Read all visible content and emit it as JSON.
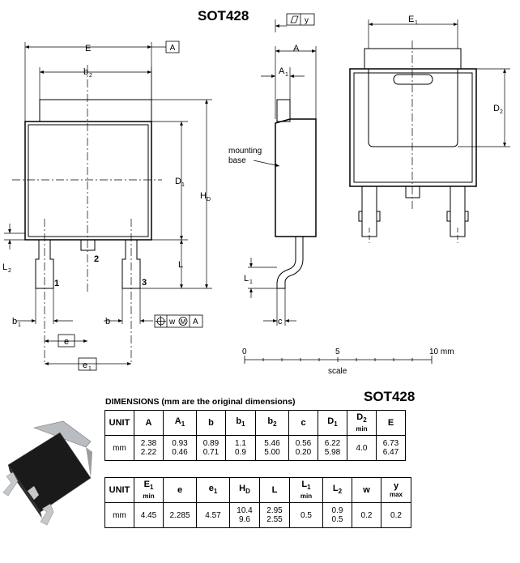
{
  "title": "SOT428",
  "drawing": {
    "callout_datum": "A",
    "callout_y": "y",
    "callout_w": "w",
    "callout_m": "M",
    "callout_a": "A",
    "label_E": "E",
    "label_b2": "b",
    "label_b2_sub": "2",
    "label_E1": "E",
    "label_E1_sub": "1",
    "label_A": "A",
    "label_A1": "A",
    "label_A1_sub": "1",
    "label_D1": "D",
    "label_D1_sub": "1",
    "label_D2": "D",
    "label_D2_sub": "2",
    "label_HD": "H",
    "label_HD_sub": "D",
    "label_L": "L",
    "label_L1": "L",
    "label_L1_sub": "1",
    "label_L2": "L",
    "label_L2_sub": "2",
    "label_b1": "b",
    "label_b1_sub": "1",
    "label_b": "b",
    "label_e": "e",
    "label_e1": "e",
    "label_e1_sub": "1",
    "label_c": "c",
    "pin1": "1",
    "pin2": "2",
    "pin3": "3",
    "mounting_line1": "mounting",
    "mounting_line2": "base",
    "scale_0": "0",
    "scale_5": "5",
    "scale_10": "10 mm",
    "scale_word": "scale"
  },
  "dimensions": {
    "heading": "DIMENSIONS (mm are the original dimensions)",
    "package": "SOT428",
    "table1": {
      "unit_label": "UNIT",
      "unit_value": "mm",
      "cols": [
        {
          "name": "A",
          "sub": "",
          "note": "",
          "values": [
            "2.38",
            "2.22"
          ]
        },
        {
          "name": "A",
          "sub": "1",
          "note": "",
          "values": [
            "0.93",
            "0.46"
          ]
        },
        {
          "name": "b",
          "sub": "",
          "note": "",
          "values": [
            "0.89",
            "0.71"
          ]
        },
        {
          "name": "b",
          "sub": "1",
          "note": "",
          "values": [
            "1.1",
            "0.9"
          ]
        },
        {
          "name": "b",
          "sub": "2",
          "note": "",
          "values": [
            "5.46",
            "5.00"
          ]
        },
        {
          "name": "c",
          "sub": "",
          "note": "",
          "values": [
            "0.56",
            "0.20"
          ]
        },
        {
          "name": "D",
          "sub": "1",
          "note": "",
          "values": [
            "6.22",
            "5.98"
          ]
        },
        {
          "name": "D",
          "sub": "2",
          "note": "min",
          "values": [
            "4.0"
          ]
        },
        {
          "name": "E",
          "sub": "",
          "note": "",
          "values": [
            "6.73",
            "6.47"
          ]
        }
      ]
    },
    "table2": {
      "unit_label": "UNIT",
      "unit_value": "mm",
      "cols": [
        {
          "name": "E",
          "sub": "1",
          "note": "min",
          "values": [
            "4.45"
          ]
        },
        {
          "name": "e",
          "sub": "",
          "note": "",
          "values": [
            "2.285"
          ]
        },
        {
          "name": "e",
          "sub": "1",
          "note": "",
          "values": [
            "4.57"
          ]
        },
        {
          "name": "H",
          "sub": "D",
          "note": "",
          "values": [
            "10.4",
            "9.6"
          ]
        },
        {
          "name": "L",
          "sub": "",
          "note": "",
          "values": [
            "2.95",
            "2.55"
          ]
        },
        {
          "name": "L",
          "sub": "1",
          "note": "min",
          "values": [
            "0.5"
          ]
        },
        {
          "name": "L",
          "sub": "2",
          "note": "",
          "values": [
            "0.9",
            "0.5"
          ]
        },
        {
          "name": "w",
          "sub": "",
          "note": "",
          "values": [
            "0.2"
          ]
        },
        {
          "name": "y",
          "sub": "",
          "note": "max",
          "values": [
            "0.2"
          ]
        }
      ]
    }
  }
}
